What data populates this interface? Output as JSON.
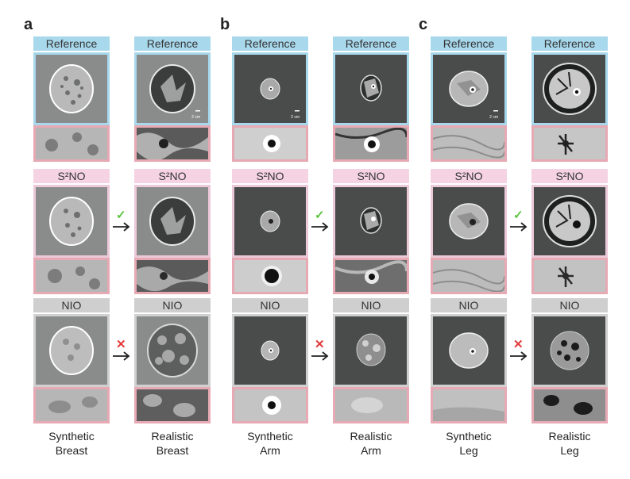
{
  "panels": [
    {
      "letter": "a",
      "left_caption": [
        "Synthetic",
        "Breast"
      ],
      "right_caption": [
        "Realistic",
        "Breast"
      ]
    },
    {
      "letter": "b",
      "left_caption": [
        "Synthetic",
        "Arm"
      ],
      "right_caption": [
        "Realistic",
        "Arm"
      ]
    },
    {
      "letter": "c",
      "left_caption": [
        "Synthetic",
        "Leg"
      ],
      "right_caption": [
        "Realistic",
        "Leg"
      ]
    }
  ],
  "labels": {
    "reference": "Reference",
    "s2no": "S²NO",
    "nio": "NIO"
  },
  "scale_bar": "2 cm",
  "marks": {
    "success": "✓",
    "failure": "✕"
  },
  "colors": {
    "reference": "#a8d8ec",
    "s2no": "#f5d3e2",
    "nio": "#cfcfcf",
    "zoom": "#e7a9b4",
    "success": "#5cc440",
    "failure": "#e23a3a"
  }
}
